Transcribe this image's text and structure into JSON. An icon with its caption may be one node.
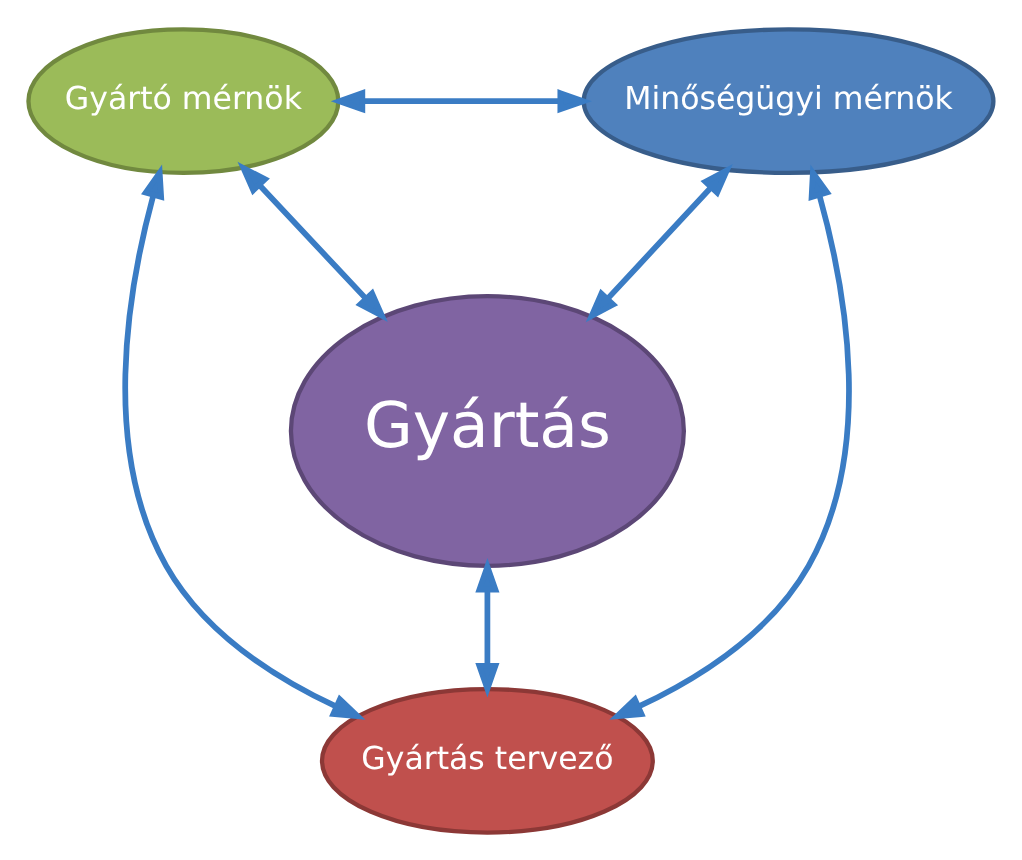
{
  "diagram": {
    "nodes": [
      {
        "text": [
          "Gyártó mérnök"
        ]
      },
      {
        "text": [
          "Minőségügyi mérnök"
        ]
      },
      {
        "text": [
          "Gyártás"
        ]
      },
      {
        "text": [
          "Gyártás tervező"
        ]
      }
    ],
    "edges": [
      {
        "from": 0,
        "to": 1,
        "arrow": "both"
      },
      {
        "from": 0,
        "to": 2,
        "arrow": "both"
      },
      {
        "from": 1,
        "to": 2,
        "arrow": "both"
      },
      {
        "from": 2,
        "to": 3,
        "arrow": "both"
      },
      {
        "from": 0,
        "to": 3,
        "arrow": "both"
      },
      {
        "from": 1,
        "to": 3,
        "arrow": "both"
      }
    ]
  }
}
